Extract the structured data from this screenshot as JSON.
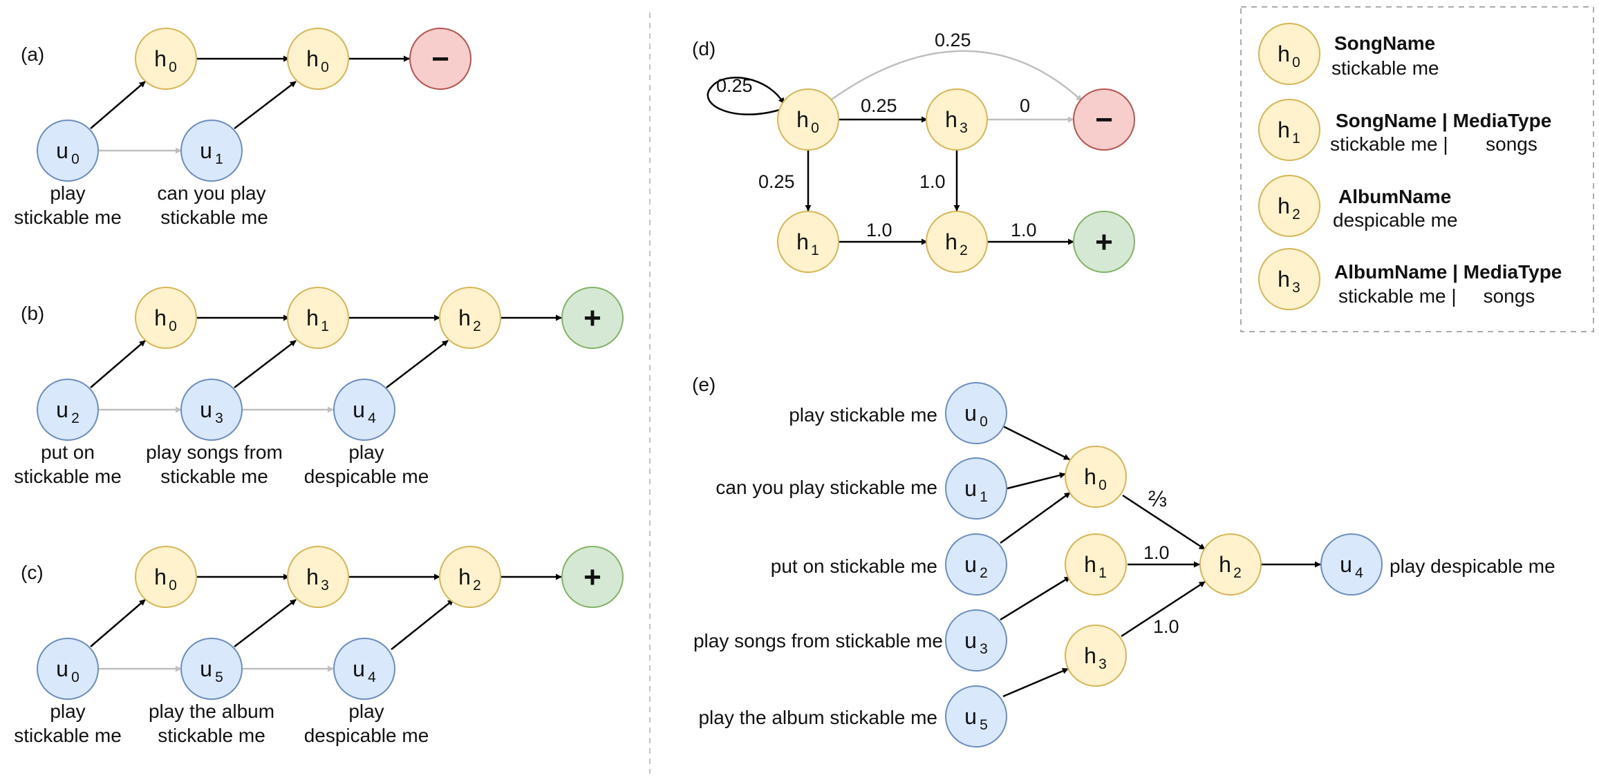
{
  "colors": {
    "hyp_fill": "#fff2cc",
    "hyp_stroke": "#d6b656",
    "utt_fill": "#dae8fc",
    "utt_stroke": "#6c8ebf",
    "neg_fill": "#f8cecc",
    "neg_stroke": "#b85450",
    "pos_fill": "#d5e8d4",
    "pos_stroke": "#82b366",
    "edge_dark": "#000000",
    "edge_light": "#bfbfbf"
  },
  "panels": {
    "a": {
      "label": "(a)",
      "nodes": {
        "h0a": {
          "base": "h",
          "sub": "0"
        },
        "h0b": {
          "base": "h",
          "sub": "0"
        },
        "neg": {
          "sign": "−"
        },
        "u0": {
          "base": "u",
          "sub": "0"
        },
        "u1": {
          "base": "u",
          "sub": "1"
        }
      },
      "captions": {
        "u0": [
          "play",
          "stickable me"
        ],
        "u1": [
          "can you play",
          "stickable me"
        ]
      }
    },
    "b": {
      "label": "(b)",
      "nodes": {
        "h0": {
          "base": "h",
          "sub": "0"
        },
        "h1": {
          "base": "h",
          "sub": "1"
        },
        "h2": {
          "base": "h",
          "sub": "2"
        },
        "pos": {
          "sign": "+"
        },
        "u2": {
          "base": "u",
          "sub": "2"
        },
        "u3": {
          "base": "u",
          "sub": "3"
        },
        "u4": {
          "base": "u",
          "sub": "4"
        }
      },
      "captions": {
        "u2": [
          "put on",
          "stickable me"
        ],
        "u3": [
          "play songs from",
          "stickable me"
        ],
        "u4": [
          "play",
          "despicable me"
        ]
      }
    },
    "c": {
      "label": "(c)",
      "nodes": {
        "h0": {
          "base": "h",
          "sub": "0"
        },
        "h3": {
          "base": "h",
          "sub": "3"
        },
        "h2": {
          "base": "h",
          "sub": "2"
        },
        "pos": {
          "sign": "+"
        },
        "u0": {
          "base": "u",
          "sub": "0"
        },
        "u5": {
          "base": "u",
          "sub": "5"
        },
        "u4": {
          "base": "u",
          "sub": "4"
        }
      },
      "captions": {
        "u0": [
          "play",
          "stickable me"
        ],
        "u5": [
          "play the album",
          "stickable me"
        ],
        "u4": [
          "play",
          "despicable me"
        ]
      }
    },
    "d": {
      "label": "(d)",
      "nodes": {
        "h0": {
          "base": "h",
          "sub": "0"
        },
        "h3": {
          "base": "h",
          "sub": "3"
        },
        "h1": {
          "base": "h",
          "sub": "1"
        },
        "h2": {
          "base": "h",
          "sub": "2"
        },
        "neg": {
          "sign": "−"
        },
        "pos": {
          "sign": "+"
        }
      },
      "weights": {
        "self_loop": "0.25",
        "h0_neg": "0.25",
        "h0_h3": "0.25",
        "h3_neg": "0",
        "h0_h1": "0.25",
        "h3_h2": "1.0",
        "h1_h2": "1.0",
        "h2_pos": "1.0"
      }
    },
    "e": {
      "label": "(e)",
      "nodes": {
        "u0": {
          "base": "u",
          "sub": "0"
        },
        "u1": {
          "base": "u",
          "sub": "1"
        },
        "u2": {
          "base": "u",
          "sub": "2"
        },
        "u3": {
          "base": "u",
          "sub": "3"
        },
        "u5": {
          "base": "u",
          "sub": "5"
        },
        "h0": {
          "base": "h",
          "sub": "0"
        },
        "h1": {
          "base": "h",
          "sub": "1"
        },
        "h3": {
          "base": "h",
          "sub": "3"
        },
        "h2": {
          "base": "h",
          "sub": "2"
        },
        "u4": {
          "base": "u",
          "sub": "4"
        }
      },
      "utterances": {
        "u0": "play stickable me",
        "u1": "can you play stickable me",
        "u2": "put on stickable me",
        "u3": "play songs from stickable me",
        "u5": "play the album stickable me",
        "u4": "play despicable me"
      },
      "weights": {
        "h0_h2": "⅔",
        "h1_h2": "1.0",
        "h3_h2": "1.0"
      }
    }
  },
  "legend": [
    {
      "node": {
        "base": "h",
        "sub": "0"
      },
      "bold": "SongName",
      "text": "stickable me"
    },
    {
      "node": {
        "base": "h",
        "sub": "1"
      },
      "bold": "SongName | MediaType",
      "text": "stickable me |       songs"
    },
    {
      "node": {
        "base": "h",
        "sub": "2"
      },
      "bold": "AlbumName",
      "text": "despicable me"
    },
    {
      "node": {
        "base": "h",
        "sub": "3"
      },
      "bold": "AlbumName | MediaType",
      "text": "stickable me |     songs"
    }
  ]
}
